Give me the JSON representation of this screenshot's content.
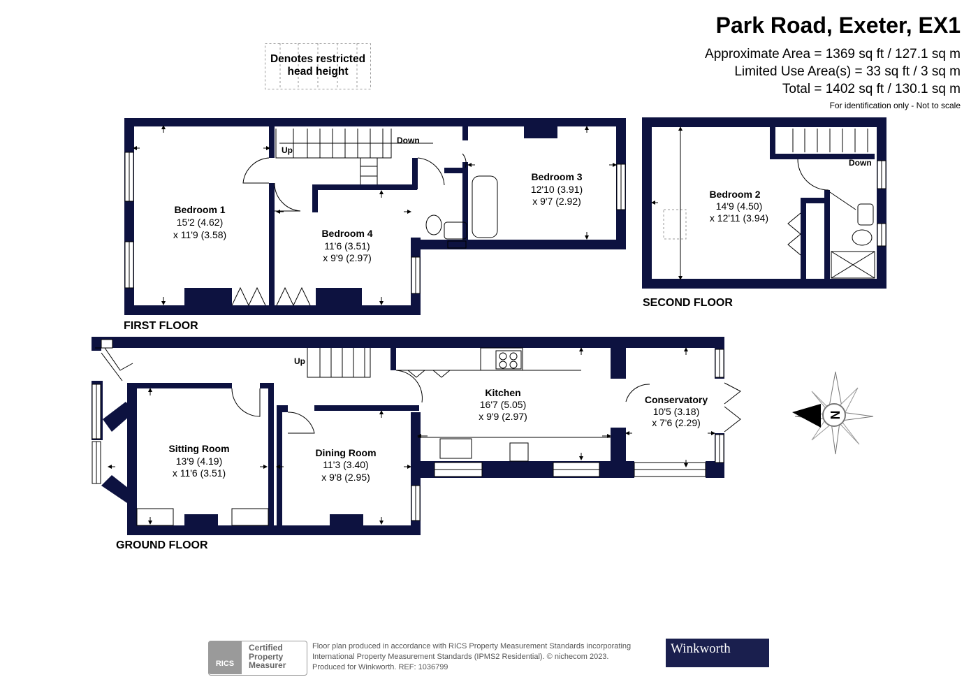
{
  "header": {
    "title": "Park Road, Exeter, EX1",
    "area_lines": [
      "Approximate Area = 1369 sq ft / 127.1 sq m",
      "Limited Use Area(s) = 33 sq ft / 3 sq m",
      "Total = 1402 sq ft / 130.1 sq m"
    ],
    "disclaimer": "For identification only - Not to scale"
  },
  "key": {
    "restricted_line1": "Denotes restricted",
    "restricted_line2": "head height"
  },
  "floors": {
    "first": "FIRST FLOOR",
    "second": "SECOND FLOOR",
    "ground": "GROUND FLOOR"
  },
  "rooms": [
    {
      "name": "Bedroom 1",
      "dim1": "15'2 (4.62)",
      "dim2": "x 11'9 (3.58)"
    },
    {
      "name": "Bedroom 4",
      "dim1": "11'6 (3.51)",
      "dim2": "x 9'9 (2.97)"
    },
    {
      "name": "Bedroom 3",
      "dim1": "12'10 (3.91)",
      "dim2": "x 9'7 (2.92)"
    },
    {
      "name": "Bedroom 2",
      "dim1": "14'9 (4.50)",
      "dim2": "x 12'11 (3.94)"
    },
    {
      "name": "Sitting Room",
      "dim1": "13'9 (4.19)",
      "dim2": "x 11'6 (3.51)"
    },
    {
      "name": "Dining Room",
      "dim1": "11'3 (3.40)",
      "dim2": "x 9'8 (2.95)"
    },
    {
      "name": "Kitchen",
      "dim1": "16'7 (5.05)",
      "dim2": "x 9'9 (2.97)"
    },
    {
      "name": "Conservatory",
      "dim1": "10'5 (3.18)",
      "dim2": "x 7'6 (2.29)"
    }
  ],
  "stair_labels": {
    "first_up": "Up",
    "first_down": "Down",
    "second_down": "Down",
    "ground_up": "Up"
  },
  "compass": {
    "north": "N"
  },
  "footer": {
    "rics_word": "RICS",
    "rics_cert": [
      "Certified",
      "Property",
      "Measurer"
    ],
    "note_lines": [
      "Floor plan produced in accordance with RICS Property Measurement Standards incorporating",
      "International Property Measurement Standards (IPMS2 Residential).  © nichecom 2023.",
      "Produced for Winkworth.   REF: 1036799"
    ],
    "brand": "Winkworth"
  },
  "colors": {
    "wall": "#0d1240",
    "brand_bg": "#1a1f4e"
  }
}
